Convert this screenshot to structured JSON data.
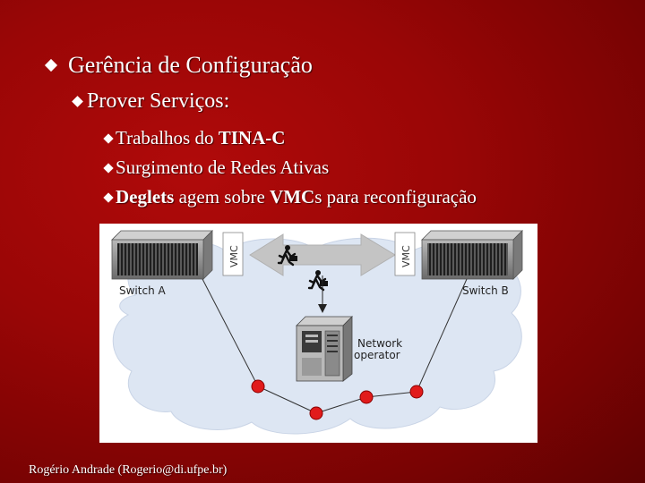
{
  "slide": {
    "heading": "Gerência de Configuração",
    "subheading": "Prover Serviços:",
    "bullets": [
      {
        "parts": [
          {
            "text": "Trabalhos do "
          },
          {
            "text": "TINA-C",
            "bold": true
          }
        ]
      },
      {
        "parts": [
          {
            "text": "Surgimento de Redes Ativas"
          }
        ]
      },
      {
        "parts": [
          {
            "text": "Deglets",
            "bold": true
          },
          {
            "text": " agem sobre "
          },
          {
            "text": "VMC",
            "bold": true
          },
          {
            "text": "s para reconfiguração"
          }
        ]
      }
    ],
    "footer": "Rogério Andrade (Rogerio@di.ufpe.br)"
  },
  "diagram": {
    "switch_a": "Switch A",
    "switch_b": "Switch B",
    "vmc_left": "VMC",
    "vmc_right": "VMC",
    "operator_line1": "Network",
    "operator_line2": "operator"
  },
  "colors": {
    "background": "#9a0606",
    "text": "#ffffff",
    "cloud_fill": "#dde6f3",
    "node_red": "#e11b1b",
    "arrow_gray": "#c4c4c4"
  }
}
